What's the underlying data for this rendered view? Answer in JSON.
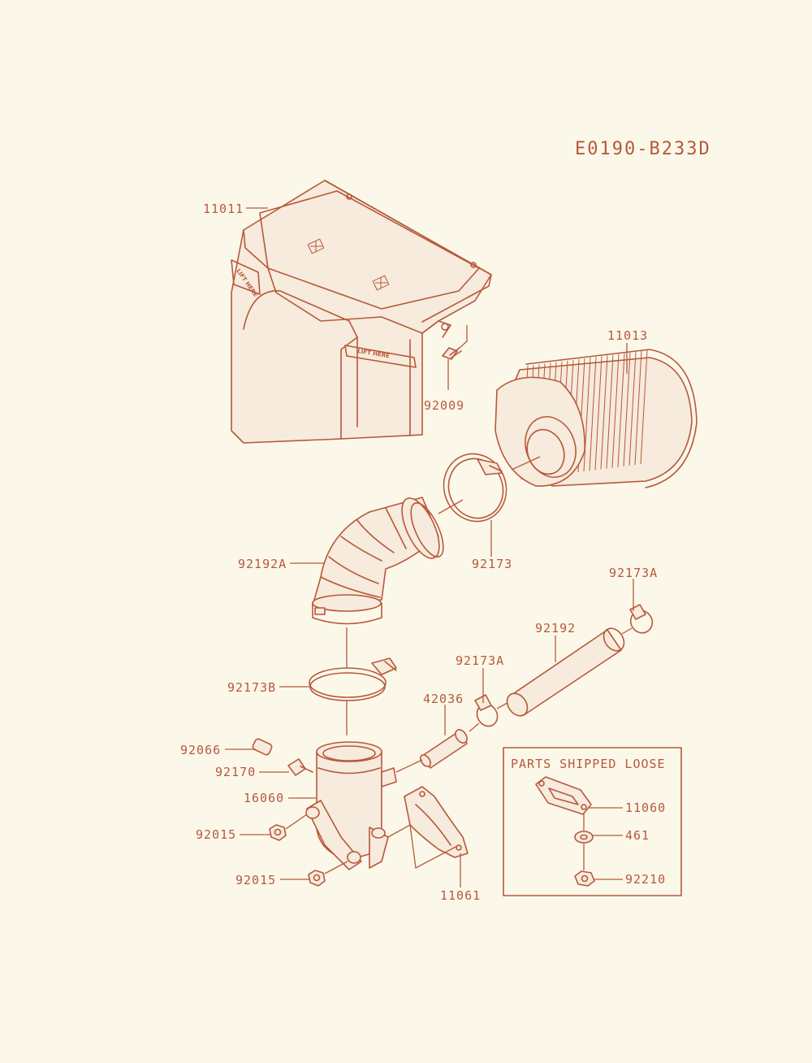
{
  "diagram_code": "E0190-B233D",
  "box_title": "PARTS SHIPPED LOOSE",
  "stamp_text": "LIFT HERE",
  "labels": {
    "p11011": "11011",
    "p11013": "11013",
    "p92009": "92009",
    "p92173": "92173",
    "p92192A": "92192A",
    "p92173A_top": "92173A",
    "p92192": "92192",
    "p92173A_mid": "92173A",
    "p92173B": "92173B",
    "p42036": "42036",
    "p92066": "92066",
    "p92170": "92170",
    "p16060": "16060",
    "p92015_a": "92015",
    "p92015_b": "92015",
    "p11061": "11061",
    "p11060": "11060",
    "p461": "461",
    "p92210": "92210"
  },
  "colors": {
    "line": "#b8583a",
    "paper": "#fbf8ea"
  }
}
